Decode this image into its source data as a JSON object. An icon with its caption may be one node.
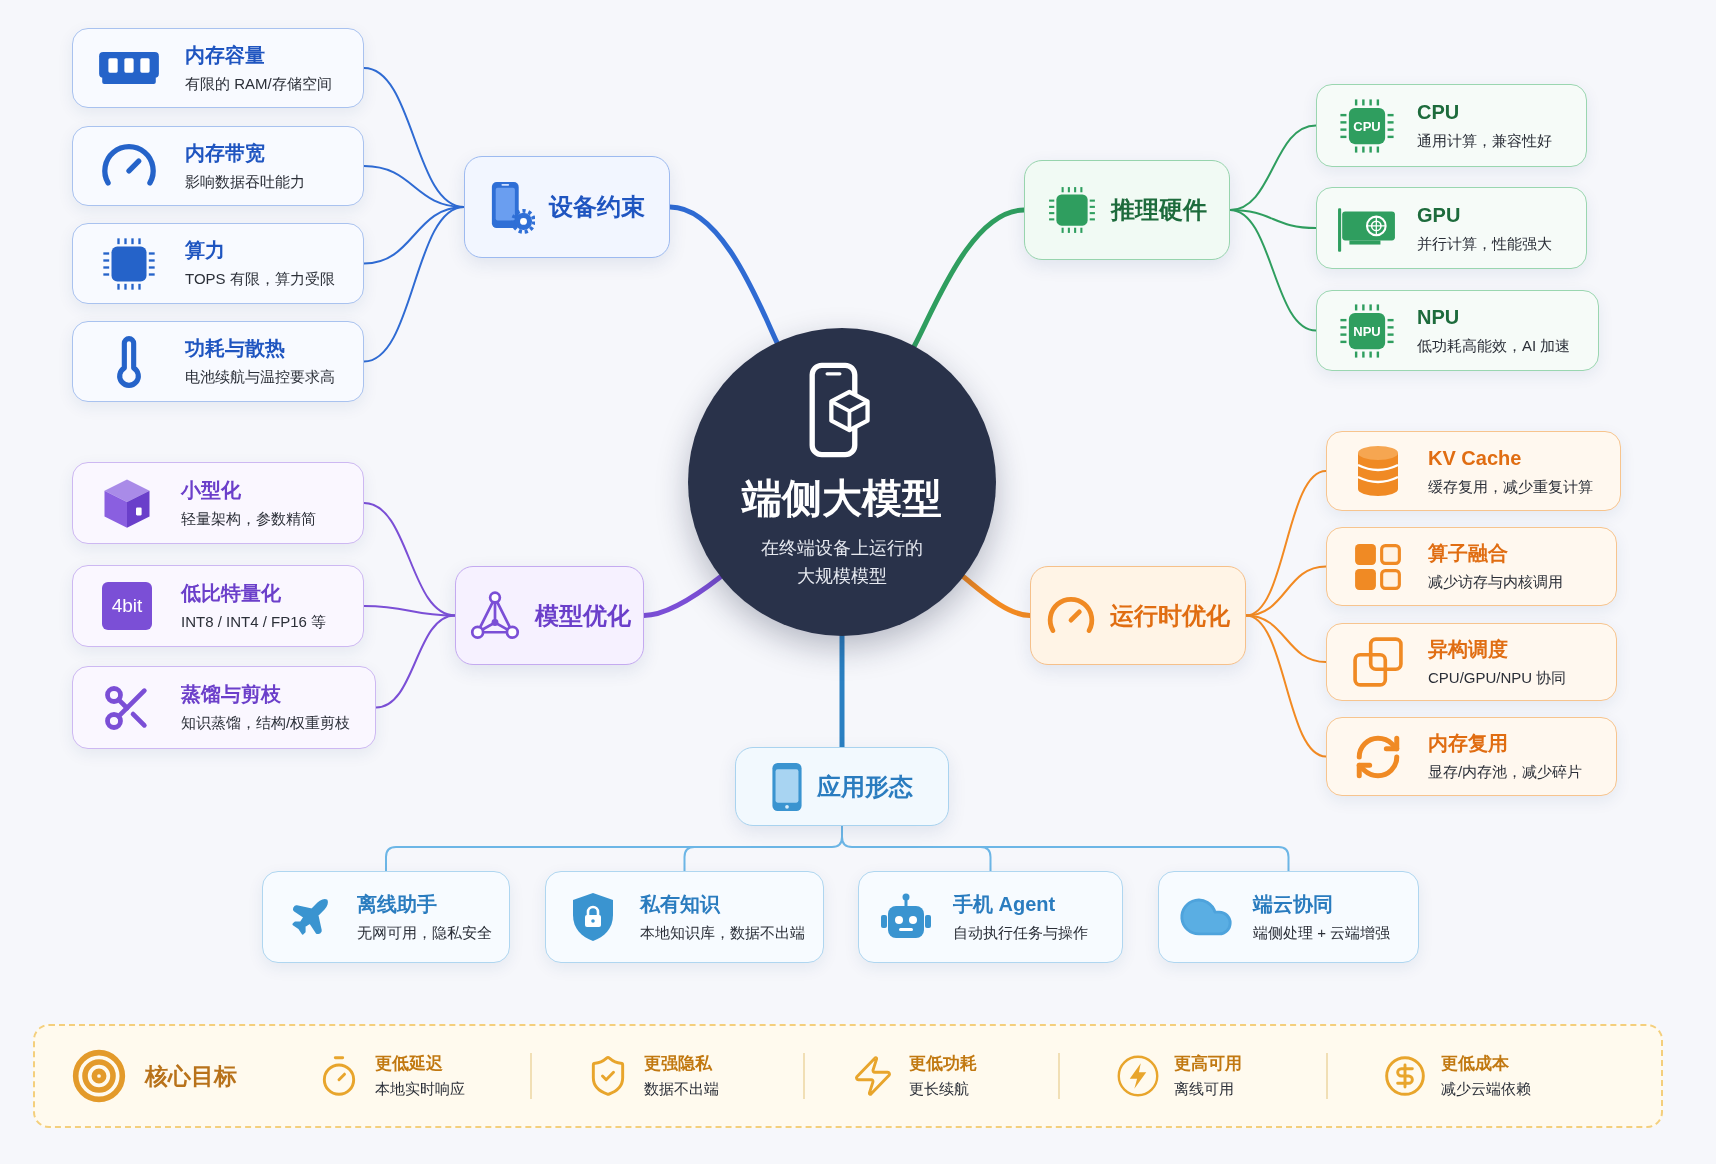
{
  "diagram": {
    "nodes": [
      {
        "text": [
          "设备约束"
        ]
      },
      {
        "text": [
          "内存容量",
          "有限的 RAM/存储空间"
        ]
      },
      {
        "text": [
          "内存带宽",
          "影响数据吞吐能力"
        ]
      },
      {
        "text": [
          "算力",
          "TOPS 有限，算力受限"
        ]
      },
      {
        "text": [
          "功耗与散热",
          "电池续航与温控要求高"
        ]
      },
      {
        "text": [
          "推理硬件"
        ]
      },
      {
        "text": [
          "CPU",
          "通用计算，兼容性好"
        ]
      },
      {
        "text": [
          "GPU",
          "并行计算，性能强大"
        ]
      },
      {
        "text": [
          "NPU",
          "低功耗高能效，AI 加速"
        ]
      },
      {
        "text": [
          "端侧大模型",
          "在终端设备上运行的大规模模型"
        ]
      },
      {
        "text": [
          "模型优化"
        ]
      },
      {
        "text": [
          "小型化",
          "轻量架构，参数精简"
        ]
      },
      {
        "text": [
          "低比特量化",
          "INT8 / INT4 / FP16 等"
        ]
      },
      {
        "text": [
          "蒸馏与剪枝",
          "知识蒸馏，结构/权重剪枝"
        ]
      },
      {
        "text": [
          "运行时优化"
        ]
      },
      {
        "text": [
          "KV Cache",
          "缓存复用，减少重复计算"
        ]
      },
      {
        "text": [
          "算子融合",
          "减少访存与内核调用"
        ]
      },
      {
        "text": [
          "异构调度",
          "CPU/GPU/NPU 协同"
        ]
      },
      {
        "text": [
          "内存复用",
          "显存/内存池，减少碎片"
        ]
      },
      {
        "text": [
          "应用形态"
        ]
      },
      {
        "text": [
          "离线助手",
          "无网可用，隐私安全"
        ]
      },
      {
        "text": [
          "私有知识",
          "本地知识库，数据不出端"
        ]
      },
      {
        "text": [
          "手机 Agent",
          "自动执行任务与操作"
        ]
      },
      {
        "text": [
          "端云协同",
          "端侧处理 + 云端增强"
        ]
      },
      {
        "text": [
          "核心目标",
          "更低延迟",
          "本地实时响应",
          "更强隐私",
          "数据不出端",
          "更低功耗",
          "更长续航",
          "更高可用",
          "离线可用",
          "更低成本",
          "减少云端依赖"
        ]
      }
    ],
    "edges": [
      {
        "from": 9,
        "to": 0,
        "arrow": "none",
        "style": "thick",
        "color": "#2f6bd3"
      },
      {
        "from": 0,
        "to": 1,
        "arrow": "none",
        "color": "#2f6bd3"
      },
      {
        "from": 0,
        "to": 2,
        "arrow": "none",
        "color": "#2f6bd3"
      },
      {
        "from": 0,
        "to": 3,
        "arrow": "none",
        "color": "#2f6bd3"
      },
      {
        "from": 0,
        "to": 4,
        "arrow": "none",
        "color": "#2f6bd3"
      },
      {
        "from": 9,
        "to": 5,
        "arrow": "none",
        "style": "thick",
        "color": "#2f9e5f"
      },
      {
        "from": 5,
        "to": 6,
        "arrow": "none",
        "color": "#2f9e5f"
      },
      {
        "from": 5,
        "to": 7,
        "arrow": "none",
        "color": "#2f9e5f"
      },
      {
        "from": 5,
        "to": 8,
        "arrow": "none",
        "color": "#2f9e5f"
      },
      {
        "from": 9,
        "to": 10,
        "arrow": "none",
        "style": "thick",
        "color": "#7b4fd6"
      },
      {
        "from": 10,
        "to": 11,
        "arrow": "none",
        "color": "#7b4fd6"
      },
      {
        "from": 10,
        "to": 12,
        "arrow": "none",
        "color": "#7b4fd6"
      },
      {
        "from": 10,
        "to": 13,
        "arrow": "none",
        "color": "#7b4fd6"
      },
      {
        "from": 9,
        "to": 14,
        "arrow": "none",
        "style": "thick",
        "color": "#f28a22"
      },
      {
        "from": 14,
        "to": 15,
        "arrow": "none",
        "color": "#f28a22"
      },
      {
        "from": 14,
        "to": 16,
        "arrow": "none",
        "color": "#f28a22"
      },
      {
        "from": 14,
        "to": 17,
        "arrow": "none",
        "color": "#f28a22"
      },
      {
        "from": 14,
        "to": 18,
        "arrow": "none",
        "color": "#f28a22"
      },
      {
        "from": 9,
        "to": 19,
        "arrow": "none",
        "style": "thick",
        "color": "#2a80c2"
      },
      {
        "from": 19,
        "to": 20,
        "arrow": "none",
        "color": "#6cb6e6"
      },
      {
        "from": 19,
        "to": 21,
        "arrow": "none",
        "color": "#6cb6e6"
      },
      {
        "from": 19,
        "to": 22,
        "arrow": "none",
        "color": "#6cb6e6"
      },
      {
        "from": 19,
        "to": 23,
        "arrow": "none",
        "color": "#6cb6e6"
      }
    ],
    "labels": [
      "CPU",
      "NPU",
      "4bit"
    ]
  }
}
